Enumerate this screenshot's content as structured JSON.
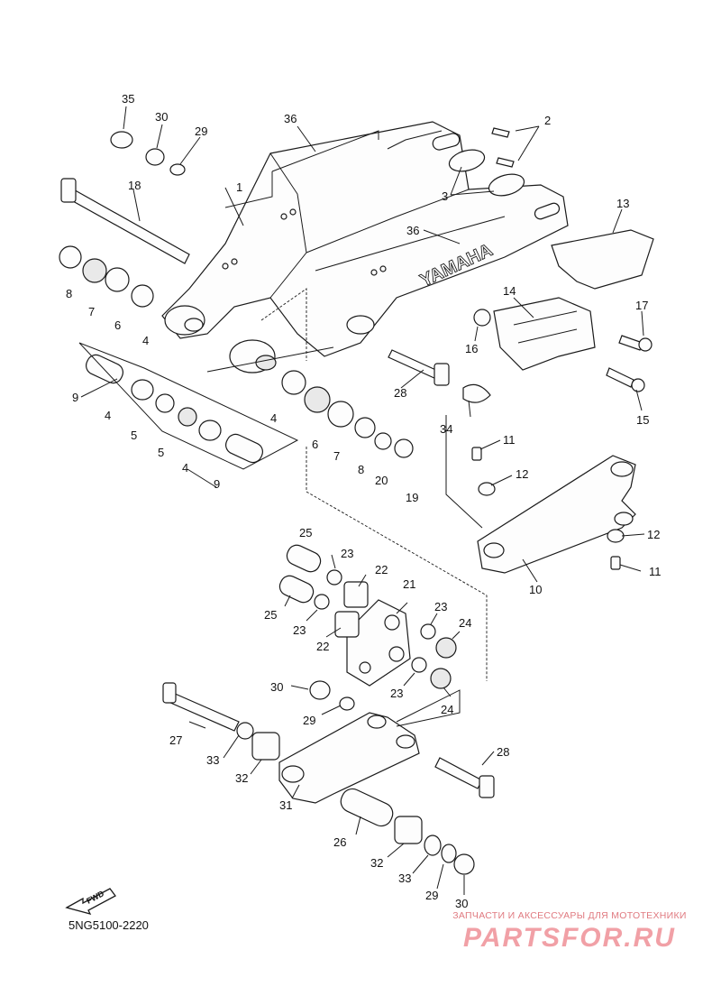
{
  "diagram": {
    "callouts": [
      {
        "n": "1"
      },
      {
        "n": "2"
      },
      {
        "n": "3"
      },
      {
        "n": "4"
      },
      {
        "n": "4"
      },
      {
        "n": "4"
      },
      {
        "n": "4"
      },
      {
        "n": "5"
      },
      {
        "n": "5"
      },
      {
        "n": "6"
      },
      {
        "n": "6"
      },
      {
        "n": "7"
      },
      {
        "n": "7"
      },
      {
        "n": "8"
      },
      {
        "n": "8"
      },
      {
        "n": "9"
      },
      {
        "n": "9"
      },
      {
        "n": "10"
      },
      {
        "n": "11"
      },
      {
        "n": "11"
      },
      {
        "n": "12"
      },
      {
        "n": "12"
      },
      {
        "n": "13"
      },
      {
        "n": "14"
      },
      {
        "n": "15"
      },
      {
        "n": "16"
      },
      {
        "n": "17"
      },
      {
        "n": "18"
      },
      {
        "n": "19"
      },
      {
        "n": "20"
      },
      {
        "n": "21"
      },
      {
        "n": "22"
      },
      {
        "n": "22"
      },
      {
        "n": "23"
      },
      {
        "n": "23"
      },
      {
        "n": "23"
      },
      {
        "n": "23"
      },
      {
        "n": "24"
      },
      {
        "n": "24"
      },
      {
        "n": "25"
      },
      {
        "n": "25"
      },
      {
        "n": "26"
      },
      {
        "n": "27"
      },
      {
        "n": "28"
      },
      {
        "n": "28"
      },
      {
        "n": "29"
      },
      {
        "n": "29"
      },
      {
        "n": "29"
      },
      {
        "n": "30"
      },
      {
        "n": "30"
      },
      {
        "n": "30"
      },
      {
        "n": "31"
      },
      {
        "n": "32"
      },
      {
        "n": "32"
      },
      {
        "n": "33"
      },
      {
        "n": "33"
      },
      {
        "n": "34"
      },
      {
        "n": "35"
      },
      {
        "n": "36"
      },
      {
        "n": "36"
      }
    ],
    "swingarm_brand": "YAMAHA",
    "fwd_label": "FWD",
    "diagram_code": "5NG5100-2220"
  },
  "watermark": {
    "tagline": "ЗАПЧАСТИ И АКСЕССУАРЫ ДЛЯ МОТОТЕХНИКИ",
    "logo": "PARTSFOR.RU",
    "color": "#f1a0a6"
  }
}
